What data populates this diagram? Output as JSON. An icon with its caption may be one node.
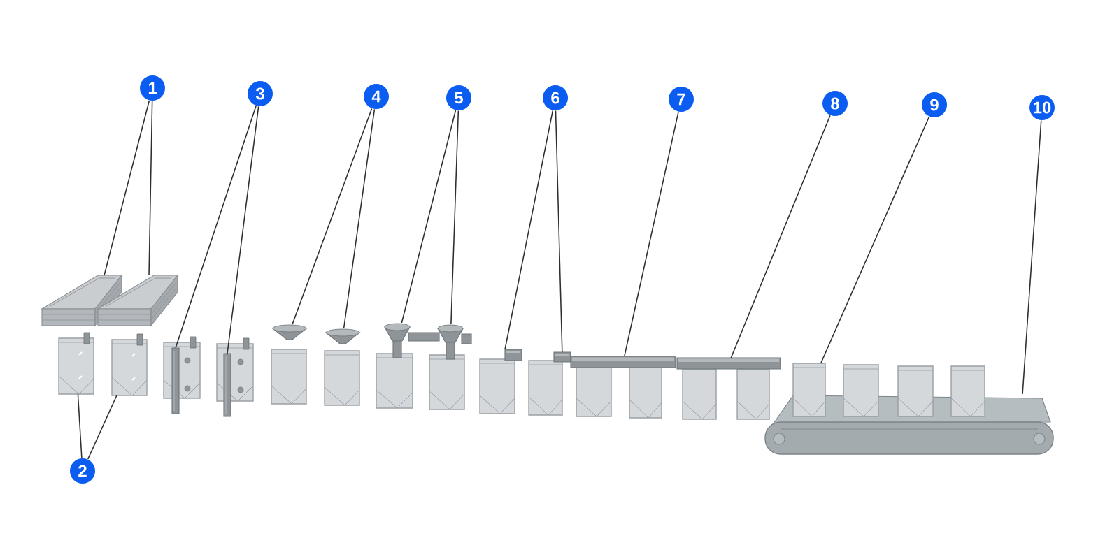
{
  "diagram": {
    "nodes": [
      {
        "text": [
          "1"
        ]
      },
      {
        "text": [
          "2"
        ]
      },
      {
        "text": [
          "3"
        ]
      },
      {
        "text": [
          "4"
        ]
      },
      {
        "text": [
          "5"
        ]
      },
      {
        "text": [
          "6"
        ]
      },
      {
        "text": [
          "7"
        ]
      },
      {
        "text": [
          "8"
        ]
      },
      {
        "text": [
          "9"
        ]
      },
      {
        "text": [
          "10"
        ]
      },
      {
        "text": [],
        "shape": "picture"
      },
      {
        "text": [],
        "shape": "picture"
      },
      {
        "text": [],
        "shape": "picture"
      },
      {
        "text": [],
        "shape": "picture"
      },
      {
        "text": [],
        "shape": "picture"
      },
      {
        "text": [],
        "shape": "picture"
      },
      {
        "text": [],
        "shape": "picture"
      },
      {
        "text": [],
        "shape": "picture"
      },
      {
        "text": [],
        "shape": "picture"
      },
      {
        "text": [],
        "shape": "picture"
      },
      {
        "text": [],
        "shape": "picture"
      },
      {
        "text": [],
        "shape": "picture"
      },
      {
        "text": [],
        "shape": "picture"
      },
      {
        "text": [],
        "shape": "picture"
      },
      {
        "text": [],
        "shape": "picture"
      },
      {
        "text": [],
        "shape": "picture"
      },
      {
        "text": [],
        "shape": "box"
      },
      {
        "text": [],
        "shape": "picture"
      },
      {
        "text": [],
        "shape": "box"
      },
      {
        "text": [],
        "shape": "picture"
      },
      {
        "text": [],
        "shape": "picture"
      },
      {
        "text": [],
        "shape": "picture"
      },
      {
        "text": [],
        "shape": "picture"
      },
      {
        "text": [],
        "shape": "picture"
      },
      {
        "text": [],
        "shape": "picture"
      },
      {
        "text": [],
        "shape": "picture"
      },
      {
        "text": [],
        "shape": "picture"
      },
      {
        "text": [],
        "shape": "picture"
      },
      {
        "text": [],
        "shape": "picture"
      },
      {
        "text": [],
        "shape": "picture"
      },
      {
        "text": [],
        "shape": "picture"
      }
    ],
    "edges": [
      {
        "from": 0,
        "to": 10,
        "arrow": "none"
      },
      {
        "from": 0,
        "to": 11,
        "arrow": "none"
      },
      {
        "from": 1,
        "to": 12,
        "arrow": "none"
      },
      {
        "from": 1,
        "to": 13,
        "arrow": "none"
      },
      {
        "from": 2,
        "to": 14,
        "arrow": "none"
      },
      {
        "from": 2,
        "to": 16,
        "arrow": "none"
      },
      {
        "from": 3,
        "to": 18,
        "arrow": "none"
      },
      {
        "from": 3,
        "to": 20,
        "arrow": "none"
      },
      {
        "from": 4,
        "to": 22,
        "arrow": "none"
      },
      {
        "from": 4,
        "to": 24,
        "arrow": "none"
      },
      {
        "from": 5,
        "to": 26,
        "arrow": "none"
      },
      {
        "from": 5,
        "to": 28,
        "arrow": "none"
      },
      {
        "from": 6,
        "to": 30,
        "arrow": "none"
      },
      {
        "from": 7,
        "to": 33,
        "arrow": "none"
      },
      {
        "from": 8,
        "to": 36,
        "arrow": "none"
      },
      {
        "from": 9,
        "to": 40,
        "arrow": "none"
      }
    ]
  }
}
